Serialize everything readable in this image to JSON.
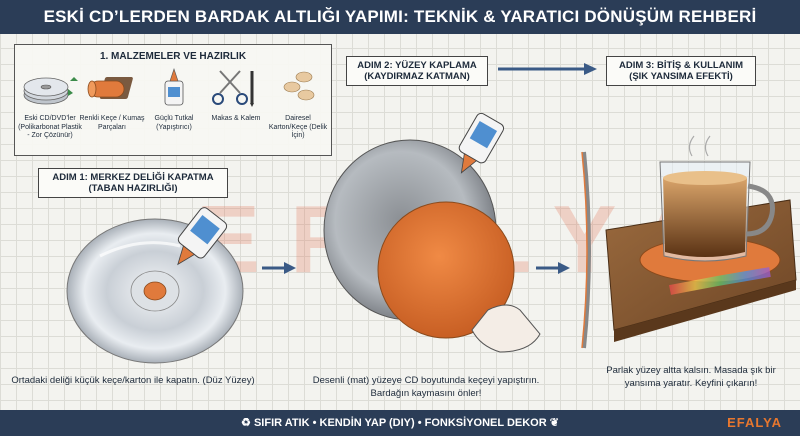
{
  "title": "ESKİ CD’LERDEN BARDAK ALTLIĞI YAPIMI: TEKNİK & YARATICI DÖNÜŞÜM REHBERİ",
  "materials": {
    "heading": "1. MALZEMELER VE HAZIRLIK",
    "items": [
      {
        "label": "Eski CD/DVD’ler (Polikarbonat Plastik - Zor Çözünür)",
        "icon": "cd-stack-icon"
      },
      {
        "label": "Renkli Keçe / Kumaş Parçaları",
        "icon": "felt-roll-icon"
      },
      {
        "label": "Güçlü Tutkal (Yapıştırıcı)",
        "icon": "glue-bottle-icon"
      },
      {
        "label": "Makas & Kalem",
        "icon": "scissors-pen-icon"
      },
      {
        "label": "Dairesel Karton/Keçe (Delik İçin)",
        "icon": "felt-circles-icon"
      }
    ]
  },
  "steps": [
    {
      "label": "ADIM 1: MERKEZ DELİĞİ KAPATMA (TABAN HAZIRLIĞI)",
      "caption": "Ortadaki deliği küçük keçe/karton ile kapatın. (Düz Yüzey)"
    },
    {
      "label": "ADIM 2: YÜZEY KAPLAMA (KAYDIRMAZ KATMAN)",
      "caption": "Desenli (mat) yüzeye CD boyutunda keçeyi yapıştırın. Bardağın kaymasını önler!"
    },
    {
      "label": "ADIM 3: BİTİŞ & KULLANIM (ŞIK YANSIMA EFEKTİ)",
      "caption": "Parlak yüzey altta kalsın. Masada şık bir yansıma yaratır. Keyfini çıkarın!"
    }
  ],
  "watermark": "EFALYA",
  "footer": {
    "text": "SIFIR ATIK • KENDİN YAP (DIY) • FONKSİYONEL DEKOR",
    "logo": "EFALYA"
  },
  "colors": {
    "header_bg": "#2b3d57",
    "felt_orange": "#e07a3c",
    "arrow_blue": "#3a5a86",
    "logo_orange": "#e8772e"
  }
}
